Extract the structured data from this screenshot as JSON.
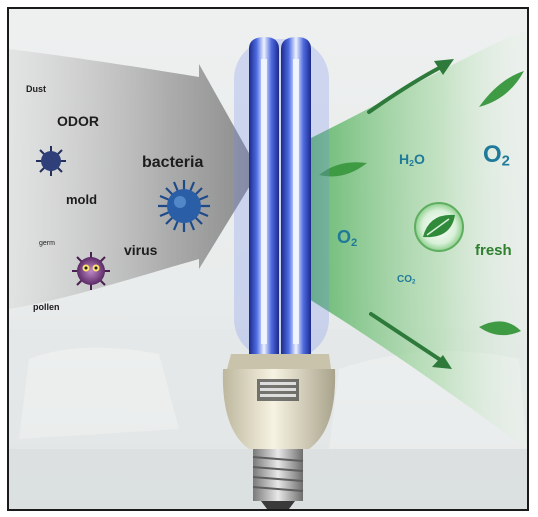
{
  "left_labels": {
    "dust": "Dust",
    "odor": "ODOR",
    "mold": "mold",
    "germ": "germ",
    "virus": "virus",
    "pollen": "pollen",
    "bacteria": "bacteria"
  },
  "right_labels": {
    "o2_large": {
      "base": "O",
      "sub": "2"
    },
    "h2o": {
      "pre": "H",
      "sub": "2",
      "post": "O"
    },
    "o2_small": {
      "base": "O",
      "sub": "2"
    },
    "co2": {
      "base": "CO",
      "sub": "2"
    },
    "fresh": "fresh"
  },
  "colors": {
    "dark_text": "#1d1d1d",
    "green_text": "#2e7f2e",
    "teal_text": "#1f7a9a",
    "uv_tube": "#4a63d6",
    "fresh_green": "#62b864",
    "pollution_gray": "#8a8a8a"
  },
  "icons": [
    "bacteria-icon",
    "germ-icon",
    "leaf-icon",
    "arrow-up-icon",
    "arrow-down-icon",
    "lamp-base-icon"
  ]
}
